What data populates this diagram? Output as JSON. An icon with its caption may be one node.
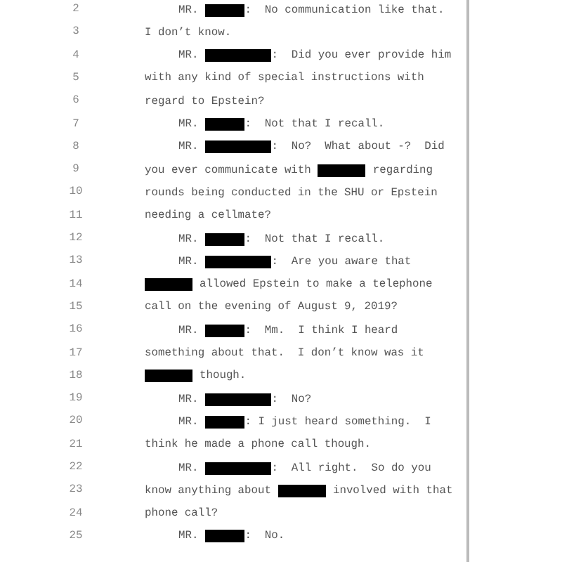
{
  "diagram": {
    "labels": [
      "2",
      "MR.",
      ":  No communication like that.",
      "3",
      "I don’t know.",
      "4",
      "MR.",
      ":  Did you ever provide him",
      "5",
      "with any kind of special instructions with",
      "6",
      "regard to Epstein?",
      "7",
      "MR.",
      ":  Not that I recall.",
      "8",
      "MR.",
      ":  No?  What about -?  Did",
      "9",
      "you ever communicate with",
      "regarding",
      "10",
      "rounds being conducted in the SHU or Epstein",
      "11",
      "needing a cellmate?",
      "12",
      "MR.",
      ":  Not that I recall.",
      "13",
      "MR.",
      ":  Are you aware that",
      "14",
      "allowed Epstein to make a telephone",
      "15",
      "call on the evening of August 9, 2019?",
      "16",
      "MR.",
      ":  Mm.  I think I heard",
      "17",
      "something about that.  I don’t know was it",
      "18",
      "though.",
      "19",
      "MR.",
      ":  No?",
      "20",
      "MR.",
      ": I just heard something.  I",
      "21",
      "think he made a phone call though.",
      "22",
      "MR.",
      ":  All right.  So do you",
      "23",
      "know anything about",
      "involved with that",
      "24",
      "phone call?",
      "25",
      "MR.",
      ":  No."
    ]
  }
}
